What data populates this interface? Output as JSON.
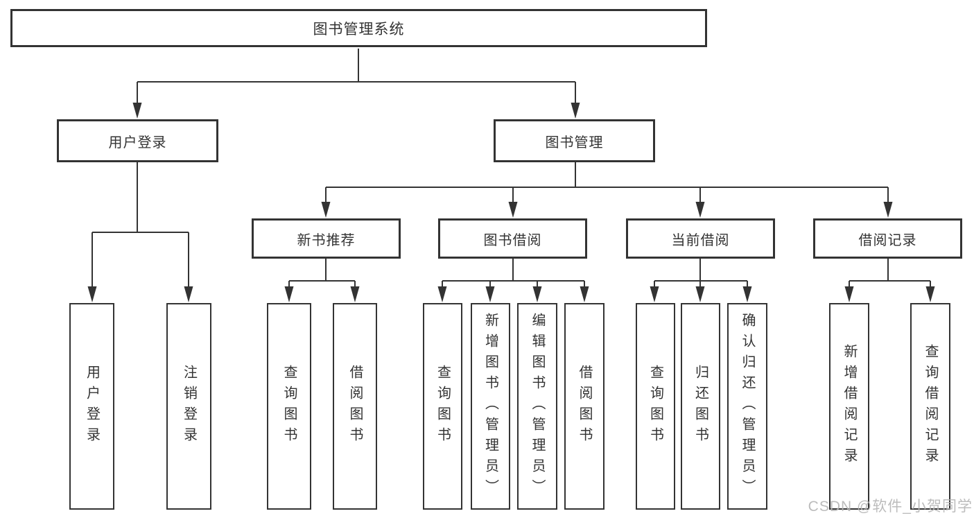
{
  "diagram": {
    "root": {
      "label": "图书管理系统"
    },
    "level2": [
      {
        "label": "用户登录",
        "children": [
          "用户登录",
          "注销登录"
        ]
      },
      {
        "label": "图书管理"
      }
    ],
    "modules": [
      {
        "label": "新书推荐",
        "children": [
          "查询图书",
          "借阅图书"
        ]
      },
      {
        "label": "图书借阅",
        "children": [
          "查询图书",
          "新增图书（管理员）",
          "编辑图书（管理员）",
          "借阅图书"
        ]
      },
      {
        "label": "当前借阅",
        "children": [
          "查询图书",
          "归还图书",
          "确认归还（管理员）"
        ]
      },
      {
        "label": "借阅记录",
        "children": [
          "新增借阅记录",
          "查询借阅记录"
        ]
      }
    ]
  },
  "watermark": {
    "text": "CSDN @软件_小贺同学"
  },
  "colors": {
    "line": "#333333",
    "text": "#333333",
    "background": "#ffffff",
    "watermark": "#b5b5b5"
  }
}
